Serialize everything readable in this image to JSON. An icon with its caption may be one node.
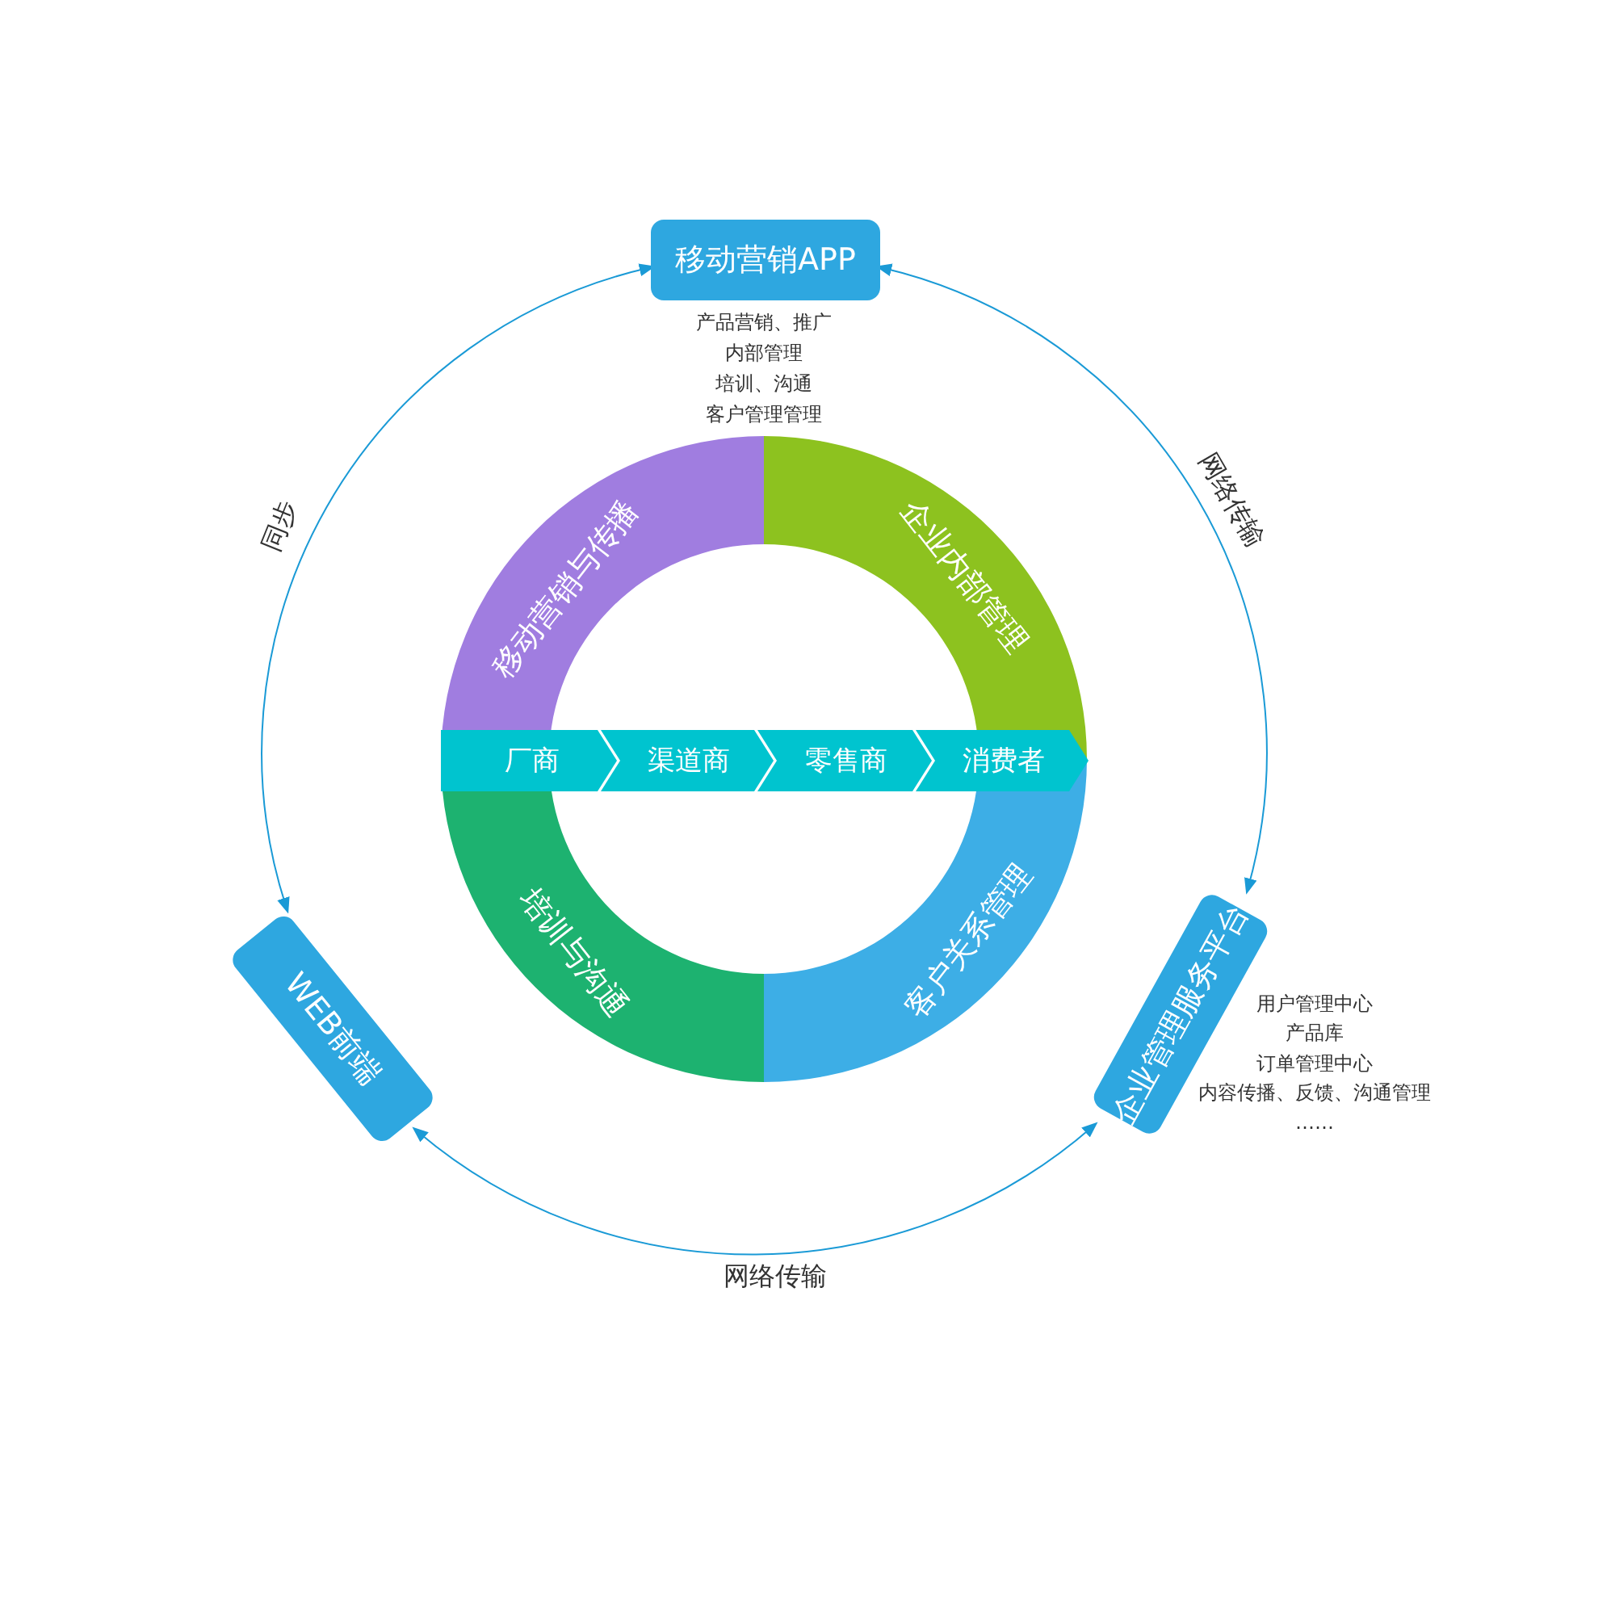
{
  "diagram": {
    "nodes": [
      {
        "text": [
          "移动营销APP"
        ],
        "beside": [
          "产品营销、推广",
          "内部管理",
          "培训、沟通",
          "客户管理管理"
        ]
      },
      {
        "text": [
          "WEB前端"
        ]
      },
      {
        "text": [
          "企业管理服务平台"
        ],
        "beside": [
          "用户管理中心",
          "产品库",
          "订单管理中心",
          "内容传播、反馈、沟通管理",
          "……"
        ]
      },
      {
        "text": [
          "移动营销与传播"
        ]
      },
      {
        "text": [
          "企业内部管理"
        ]
      },
      {
        "text": [
          "培训与沟通"
        ]
      },
      {
        "text": [
          "客户关系管理"
        ]
      },
      {
        "text": [
          "厂商"
        ]
      },
      {
        "text": [
          "渠道商"
        ]
      },
      {
        "text": [
          "零售商"
        ]
      },
      {
        "text": [
          "消费者"
        ]
      }
    ],
    "edges": [
      {
        "from": 0,
        "to": 1,
        "arrow": "both",
        "label": "同步"
      },
      {
        "from": 0,
        "to": 2,
        "arrow": "both",
        "label": "网络传输"
      },
      {
        "from": 1,
        "to": 2,
        "arrow": "both",
        "label": "网络传输"
      }
    ]
  }
}
